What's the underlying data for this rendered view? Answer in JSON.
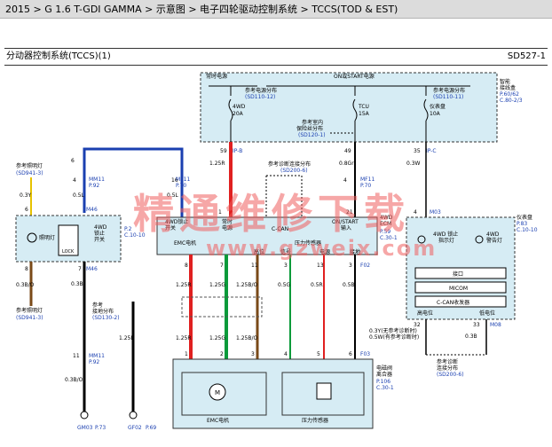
{
  "breadcrumb": {
    "b1": "2015",
    "b2": "G 1.6 T-GDI GAMMA",
    "b3": "示意图",
    "b4": "电子四轮驱动控制系统",
    "b5": "TCCS(TOD & EST)",
    "sep": " > "
  },
  "header": {
    "title": "分动器控制系统(TCCS)(1)",
    "code": "SD527-1"
  },
  "fusebox": {
    "hot_always": "常时电源",
    "hot_start": "ON或START电源",
    "ref_power_left": "参考电源分布",
    "ref_power_left_code": "(SD110-12)",
    "ref_power_right": "参考电源分布",
    "ref_power_right_code": "(SD110-11)",
    "ref_ground": "参考室内",
    "ref_ground2": "保险丝分布",
    "ref_ground_code": "(SD120-1)",
    "fuse1_name": "4WD",
    "fuse1_amp": "20A",
    "fuse2_name": "TCU",
    "fuse2_amp": "15A",
    "fuse3_name": "仪表盘",
    "fuse3_amp": "10A",
    "box_label1": "智能",
    "box_label2": "接线盒",
    "box_code1": "P.60/62",
    "box_code2": "C.80-2/3",
    "pin_left": "59",
    "conn_left": "IP-B",
    "pin_mid": "49",
    "pin_right": "35",
    "conn_right": "IP-C"
  },
  "wires": {
    "w1": "1.25R",
    "w2": "0.8Gr",
    "w3": "0.3W",
    "w4": "0.3Y",
    "w5": "0.5L",
    "w6": "0.5L",
    "w7": "0.3B",
    "w8": "1.25R",
    "w9": "1.25G",
    "w10": "1.25B/O",
    "w11": "0.5G",
    "w12": "0.5R",
    "w13": "0.5B",
    "w14": "1.25R",
    "w15": "1.25G",
    "w16": "1.25B/O",
    "w17": "1.25B",
    "w18": "0.3B",
    "w19": "0.3B/O",
    "w20": "0.3Y(无参考诊断时)",
    "w20b": "0.5W(有参考诊断时)",
    "w21": "0.3W",
    "w22": "0.3B/O",
    "w23": "0.3B"
  },
  "left_area": {
    "ref_lamp": "参考照明灯",
    "ref_lamp_code": "(SD941-3)",
    "ref_lamp2": "参考照明灯",
    "ref_lamp2_code": "(SD941-3)",
    "ref_gnd": "参考",
    "ref_gnd2": "接地分布",
    "ref_gnd_code": "(SD130-2)",
    "conn_mm11a": "MM11",
    "conn_mm11a_p": "P.92",
    "conn_m46": "M46",
    "conn_m46b": "M46",
    "conn_mm11b": "MM11",
    "conn_mm11b_p": "P.92",
    "lamp_label": "照明灯",
    "sw_label1": "4WD",
    "sw_label2": "锁止",
    "sw_label3": "开关",
    "lock_text": "LOCK",
    "sw_code1": "P.2",
    "sw_code2": "C.10-10",
    "pin6": "6",
    "pin8": "8",
    "pin6b": "6",
    "pin7": "7",
    "pin1": "1",
    "pin2": "2",
    "pin3": "3",
    "pin4": "4",
    "pin_mm11": "4",
    "pin_16": "16",
    "pin_6": "6",
    "pin_7b": "7",
    "pin_11": "11"
  },
  "ecm": {
    "ref_diag": "参考诊断连接分布",
    "ref_diag_code": "(SD200-6)",
    "mf11a": "MF11",
    "mf11a_p": "P.70",
    "mf11b": "MF11",
    "mf11b_p": "P.70",
    "in_lock": "4WD锁止",
    "in_lock2": "开关",
    "in_bat": "常时",
    "in_bat2": "电源",
    "can": "C-CAN",
    "in_on": "ON/START",
    "in_on2": "输入",
    "out_emc": "EMC电机",
    "out_sensor": "压力传感器",
    "lbl_h": "高位",
    "lbl_l": "低位",
    "lbl_sig": "信号",
    "lbl_pwr": "电源",
    "lbl_gnd": "接地",
    "block_title1": "4WD",
    "block_title2": "ECM",
    "block_code1": "P.59",
    "block_code2": "C.30-1",
    "pin21": "21",
    "pin4": "4",
    "pin1": "1",
    "pin8": "8",
    "pin7": "7",
    "pin11": "11",
    "pin3": "3",
    "pin13": "13",
    "pin3b": "3",
    "conn_f02": "F02"
  },
  "cluster": {
    "title": "仪表盘",
    "code1": "P.83",
    "code2": "C.10-10",
    "pin_top": "4",
    "conn_m03": "M03",
    "lamp1": "4WD 锁止",
    "lamp1b": "指示灯",
    "lamp2": "4WD",
    "lamp2b": "警告灯",
    "interface": "接口",
    "micom": "MICOM",
    "can_tx": "C-CAN收发器",
    "hi": "高电位",
    "lo": "低电位",
    "pin32": "32",
    "pin33": "33",
    "conn_m08": "M08",
    "ref_diag": "参考诊断",
    "ref_diag2": "连接分布",
    "ref_diag_code": "(SD200-6)"
  },
  "actuator": {
    "title1": "电磁阀",
    "title2": "离合器",
    "code1": "P.106",
    "code2": "C.30-1",
    "motor": "EMC电机",
    "sensor": "压力传感器",
    "motor_glyph": "M",
    "conn_f03": "F03",
    "pin1": "1",
    "pin2": "2",
    "pin3": "3",
    "pin4": "4",
    "pin5": "5",
    "pin6": "6"
  },
  "grounds": {
    "g1": "GM03",
    "g1_p": "P.73",
    "g2": "GF02",
    "g2_p": "P.69"
  },
  "watermark": {
    "line1": "精通维修下载",
    "line2": "www.gzweix.com"
  }
}
